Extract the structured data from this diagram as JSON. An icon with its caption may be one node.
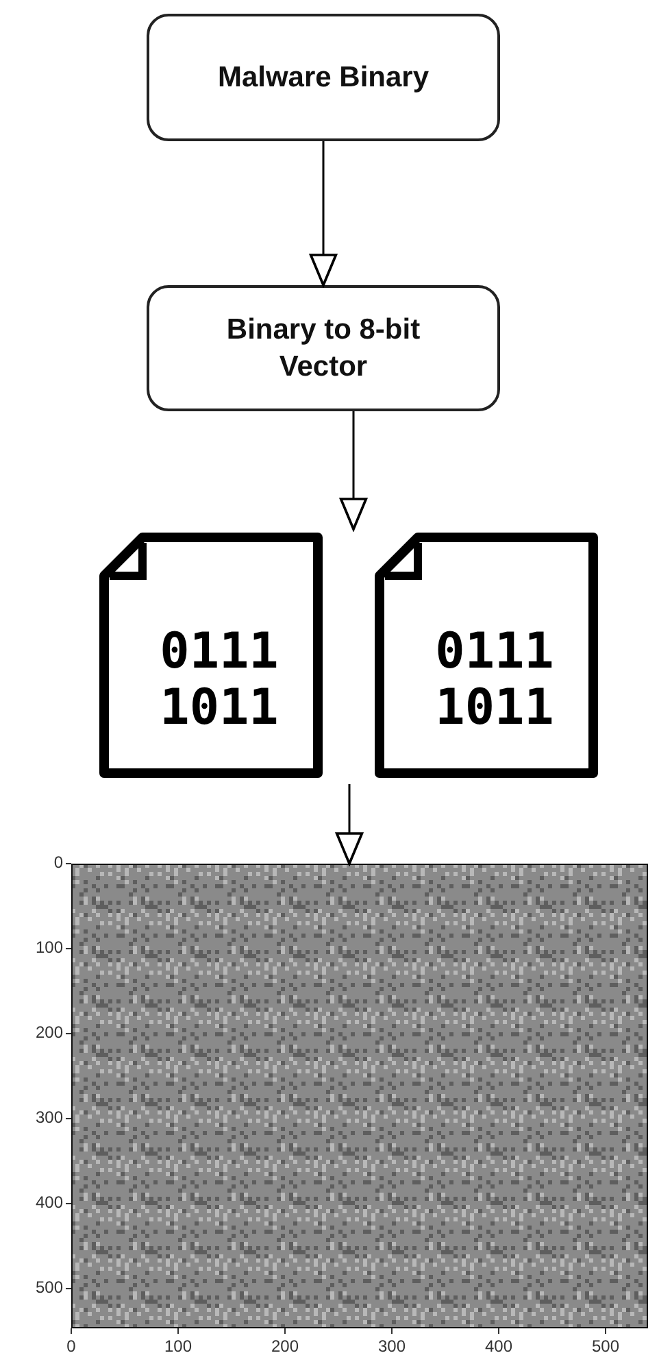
{
  "diagram": {
    "nodes": [
      {
        "text": [
          "Malware Binary"
        ]
      },
      {
        "text": [
          "Binary to 8-bit Vector"
        ]
      },
      {
        "text": [
          "0111 1011"
        ]
      },
      {
        "text": [
          "0111 1011"
        ]
      },
      {
        "text": [],
        "shape": "picture"
      }
    ],
    "edges": [
      {
        "from": 0,
        "to": 1,
        "arrow": "to"
      },
      {
        "from": 1,
        "to": null,
        "arrow": "to"
      },
      {
        "from": null,
        "to": 4,
        "arrow": "to"
      }
    ],
    "labels": [
      "0",
      "100",
      "200",
      "300",
      "400",
      "500",
      "0",
      "100",
      "200",
      "300",
      "400",
      "500"
    ]
  }
}
